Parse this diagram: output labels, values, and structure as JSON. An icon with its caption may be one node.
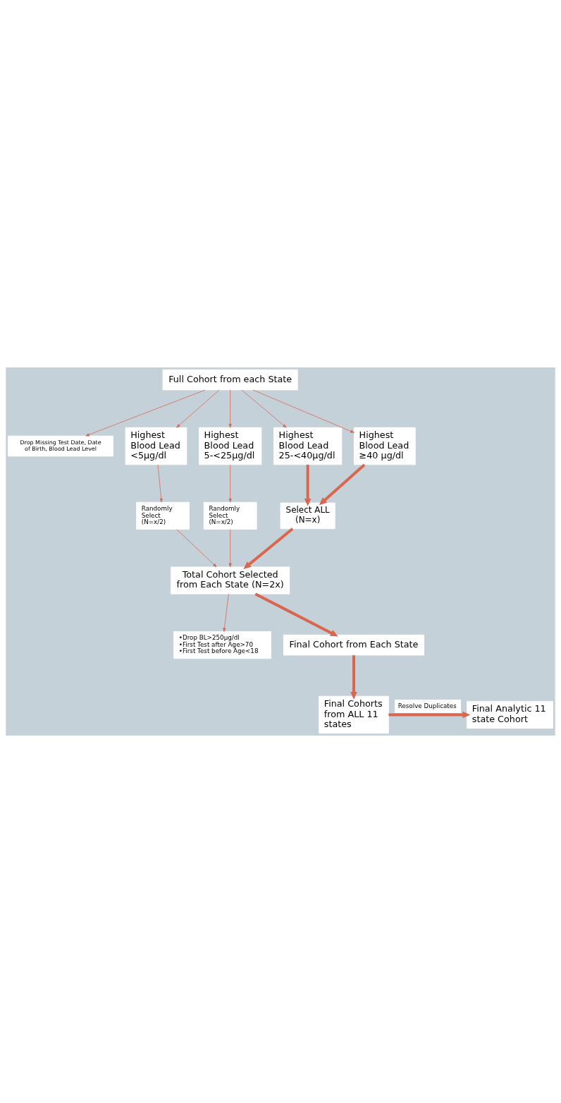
{
  "diagram": {
    "nodes": [
      {
        "text": [
          "Full Cohort from each State"
        ]
      },
      {
        "text": [
          "Drop Missing Test Date, Date of Birth, Blood Lead Level"
        ]
      },
      {
        "text": [
          "Highest Blood Lead <5µg/dl"
        ]
      },
      {
        "text": [
          "Highest Blood Lead 5-<25µg/dl"
        ]
      },
      {
        "text": [
          "Highest Blood Lead 25-<40µg/dl"
        ]
      },
      {
        "text": [
          "Highest Blood Lead ≥40 µg/dl"
        ]
      },
      {
        "text": [
          "Randomly Select (N=x/2)"
        ]
      },
      {
        "text": [
          "Randomly Select (N=x/2)"
        ]
      },
      {
        "text": [
          "Select ALL (N=x)"
        ]
      },
      {
        "text": [
          "Total Cohort Selected from Each State (N=2x)"
        ]
      },
      {
        "text": [
          "•Drop BL>250µg/dl",
          "•First Test after Age>70",
          "•First Test before Age<18"
        ]
      },
      {
        "text": [
          "Final Cohort from Each State"
        ]
      },
      {
        "text": [
          "Final Cohorts from ALL 11 states"
        ]
      },
      {
        "text": [
          "Final Analytic 11 state Cohort"
        ]
      }
    ],
    "edges": [
      {
        "from": 0,
        "to": 1,
        "arrow": "to"
      },
      {
        "from": 0,
        "to": 2,
        "arrow": "to"
      },
      {
        "from": 0,
        "to": 3,
        "arrow": "to"
      },
      {
        "from": 0,
        "to": 4,
        "arrow": "to"
      },
      {
        "from": 0,
        "to": 5,
        "arrow": "to"
      },
      {
        "from": 2,
        "to": 6,
        "arrow": "to"
      },
      {
        "from": 3,
        "to": 7,
        "arrow": "to"
      },
      {
        "from": 4,
        "to": 8,
        "arrow": "to",
        "style": "thick"
      },
      {
        "from": 5,
        "to": 8,
        "arrow": "to",
        "style": "thick"
      },
      {
        "from": 6,
        "to": 9,
        "arrow": "to"
      },
      {
        "from": 7,
        "to": 9,
        "arrow": "to"
      },
      {
        "from": 8,
        "to": 9,
        "arrow": "to",
        "style": "thick"
      },
      {
        "from": 9,
        "to": 10,
        "arrow": "to"
      },
      {
        "from": 9,
        "to": 11,
        "arrow": "to",
        "style": "thick"
      },
      {
        "from": 11,
        "to": 12,
        "arrow": "to",
        "style": "thick"
      },
      {
        "from": 12,
        "to": 13,
        "arrow": "to",
        "style": "thick",
        "label": "Resolve Duplicates"
      }
    ]
  }
}
